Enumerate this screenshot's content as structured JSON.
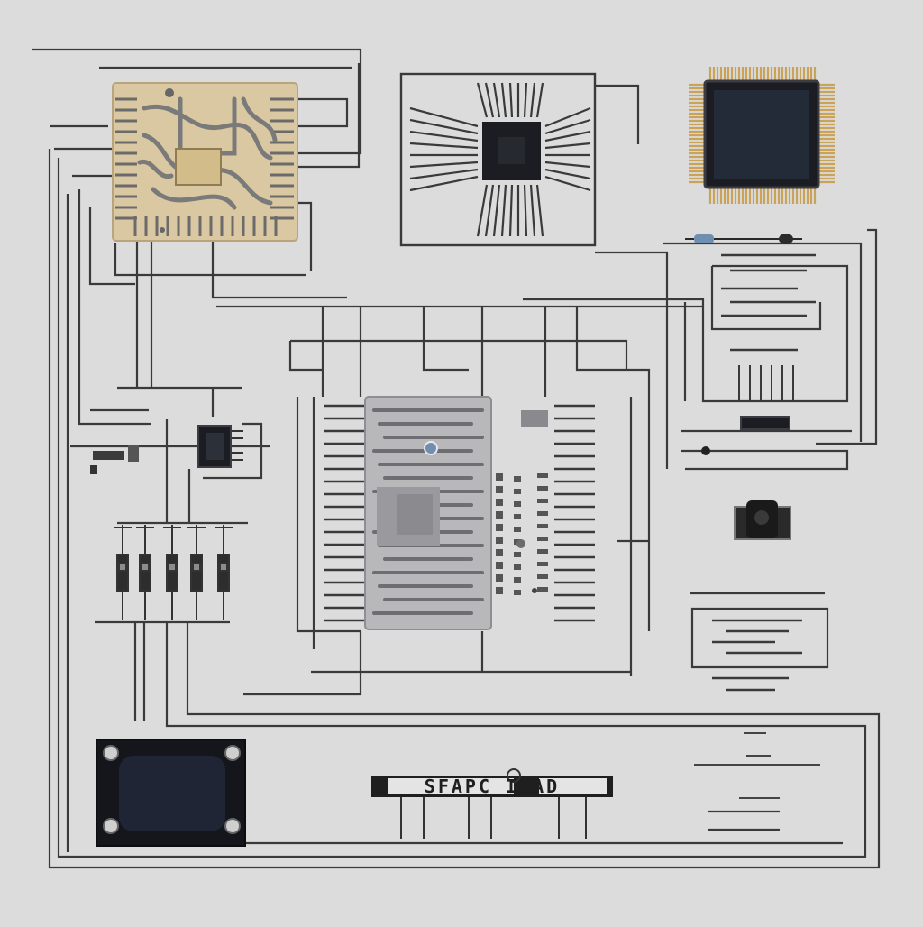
{
  "diagram": {
    "colors": {
      "background": "#dcdcdd",
      "wire": "#3a3a3a",
      "board_beige": "#d9c8a2",
      "chip_dark": "#1b1d22",
      "gold_pins": "#c9a35a",
      "silver_board": "#b8b8bb",
      "capacitor_blue": "#6f8fb0"
    },
    "components": [
      {
        "id": "pcb-module",
        "icon": "pcb-board-icon"
      },
      {
        "id": "cpu-socket",
        "icon": "processor-socket-icon"
      },
      {
        "id": "qfp-chip",
        "icon": "qfp-chip-icon"
      },
      {
        "id": "main-controller-board",
        "icon": "microcontroller-board-icon"
      },
      {
        "id": "small-ic",
        "icon": "ic-chip-icon"
      },
      {
        "id": "diode-array",
        "icon": "diode-array-icon"
      },
      {
        "id": "oled-display",
        "icon": "display-panel-icon"
      },
      {
        "id": "header-connector",
        "icon": "connector-strip-icon"
      },
      {
        "id": "voltage-regulator",
        "icon": "regulator-icon"
      },
      {
        "id": "resistor",
        "icon": "resistor-icon"
      },
      {
        "id": "inductor-coil",
        "icon": "coil-icon"
      }
    ],
    "strip_label": "SFAPC  IMAD"
  }
}
